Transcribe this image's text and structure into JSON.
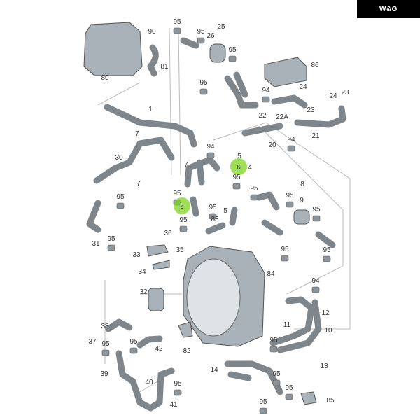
{
  "logo": {
    "text": "W&G"
  },
  "callouts": [
    "95",
    "25",
    "95",
    "26",
    "90",
    "95",
    "86",
    "81",
    "80",
    "95",
    "94",
    "24",
    "24",
    "23",
    "1",
    "22",
    "22A",
    "23",
    "94",
    "21",
    "20",
    "94",
    "7",
    "30",
    "7",
    "5",
    "4",
    "95",
    "7",
    "95",
    "95",
    "6",
    "6",
    "95",
    "8",
    "95",
    "95",
    "9",
    "95",
    "5",
    "83",
    "95",
    "95",
    "31",
    "95",
    "95",
    "36",
    "35",
    "33",
    "34",
    "84",
    "94",
    "32",
    "12",
    "11",
    "10",
    "38",
    "37",
    "95",
    "95",
    "42",
    "82",
    "95",
    "95",
    "13",
    "14",
    "39",
    "40",
    "95",
    "95",
    "41",
    "95",
    "85"
  ],
  "highlight_color": "#7ed321"
}
